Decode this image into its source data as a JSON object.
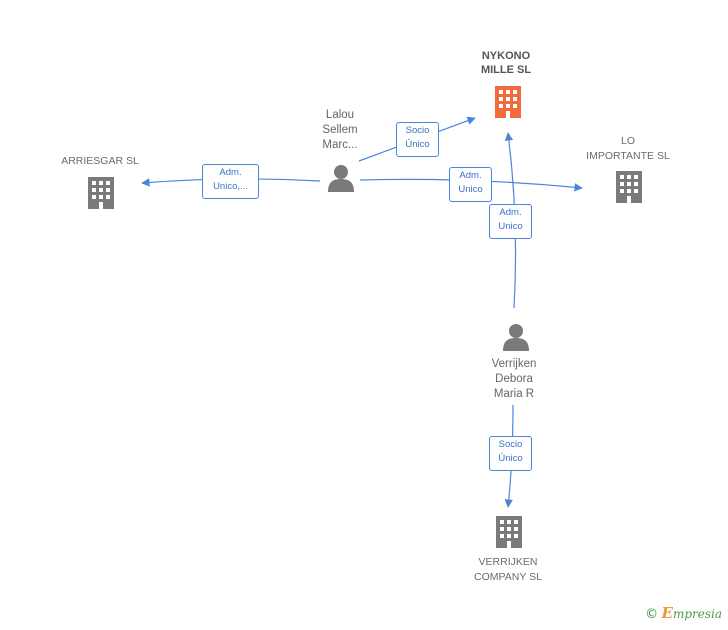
{
  "nodes": {
    "nykono": {
      "label_1": "NYKONO",
      "label_2": "MILLE  SL"
    },
    "arriesgar": {
      "label": "ARRIESGAR SL"
    },
    "lo_importante": {
      "label_1": "LO",
      "label_2": "IMPORTANTE SL"
    },
    "verrijken_company": {
      "label_1": "VERRIJKEN",
      "label_2": "COMPANY  SL"
    },
    "lalou": {
      "label_1": "Lalou",
      "label_2": "Sellem",
      "label_3": "Marc..."
    },
    "verrijken_debora": {
      "label_1": "Verrijken",
      "label_2": "Debora",
      "label_3": "Maria R"
    }
  },
  "edges": {
    "lalou_nykono": {
      "line_1": "Socio",
      "line_2": "Único"
    },
    "lalou_arriesgar": {
      "line_1": "Adm.",
      "line_2": "Unico,..."
    },
    "lalou_lo": {
      "line_1": "Adm.",
      "line_2": "Unico"
    },
    "debora_nykono": {
      "line_1": "Adm.",
      "line_2": "Unico"
    },
    "debora_company": {
      "line_1": "Socio",
      "line_2": "Único"
    }
  },
  "colors": {
    "main_company": "#f26b3a",
    "company": "#7a7a7a",
    "person": "#7a7a7a",
    "edge": "#4a86d8"
  },
  "footer": {
    "copyright": "©",
    "brand_initial": "E",
    "brand_rest": "mpresia"
  }
}
